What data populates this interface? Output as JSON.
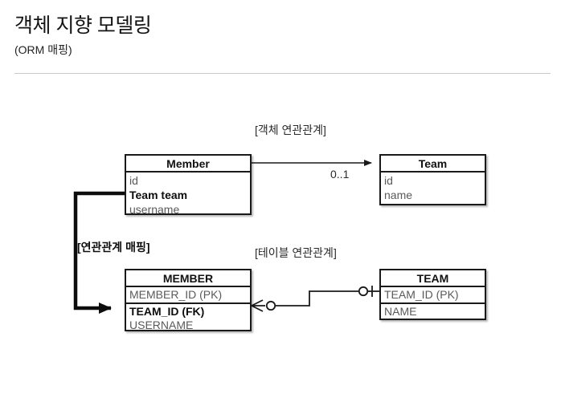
{
  "slide": {
    "title": "객체 지향 모델링",
    "subtitle": "(ORM 매핑)"
  },
  "diagram": {
    "labels": {
      "object_relation": "[객체 연관관계]",
      "table_relation": "[테이블 연관관계]",
      "mapping": "[연관관계 매핑]",
      "multiplicity": "0..1"
    },
    "entities": {
      "member_object": {
        "name": "Member",
        "attributes": [
          {
            "text": "id",
            "bold": false
          },
          {
            "text": "Team team",
            "bold": true
          },
          {
            "text": "username",
            "bold": false
          }
        ]
      },
      "team_object": {
        "name": "Team",
        "attributes": [
          {
            "text": "id",
            "bold": false
          },
          {
            "text": "name",
            "bold": false
          }
        ]
      },
      "member_table": {
        "name": "MEMBER",
        "attributes": [
          {
            "text": "MEMBER_ID (PK)",
            "bold": false
          },
          {
            "text": "TEAM_ID (FK)",
            "bold": true
          },
          {
            "text": "USERNAME",
            "bold": false
          }
        ]
      },
      "team_table": {
        "name": "TEAM",
        "attributes": [
          {
            "text": "TEAM_ID (PK)",
            "bold": false
          },
          {
            "text": "NAME",
            "bold": false
          }
        ]
      }
    },
    "connectors": {
      "object_association": "Member -> Team association arrow (0..1)",
      "table_association": "MEMBER crow's-foot to TEAM zero-or-one",
      "mapping_link": "Team team field mapped to TEAM_ID (FK) column"
    },
    "colors": {
      "stroke": "#1a1a1a",
      "attribute_text": "#5a5a5a",
      "rule": "#c9c9c9"
    }
  }
}
